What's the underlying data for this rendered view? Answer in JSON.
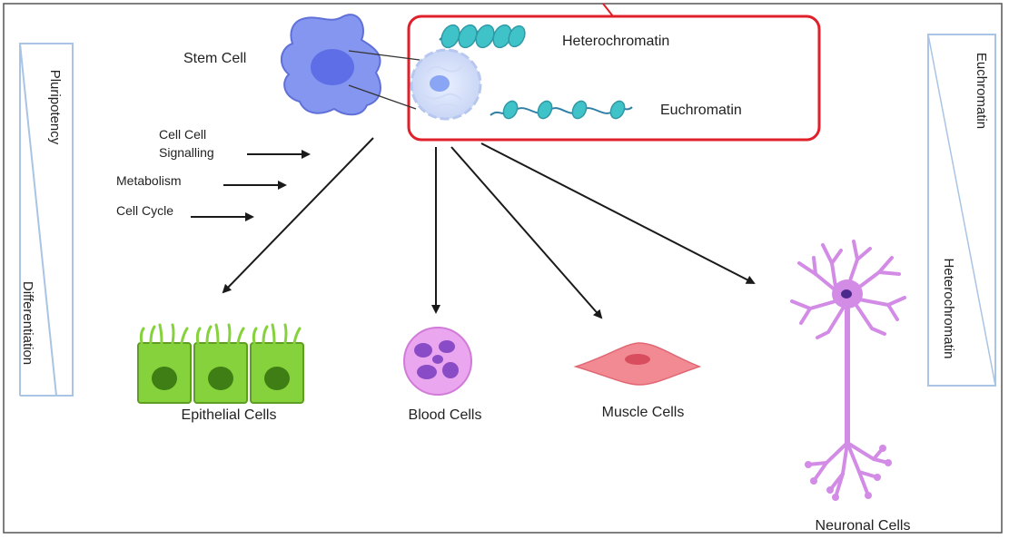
{
  "labels": {
    "stem_cell": "Stem Cell",
    "heterochromatin": "Heterochromatin",
    "euchromatin": "Euchromatin",
    "signalling_line1": "Cell Cell",
    "signalling_line2": "Signalling",
    "metabolism": "Metabolism",
    "cell_cycle": "Cell Cycle",
    "epithelial": "Epithelial Cells",
    "blood": "Blood Cells",
    "muscle": "Muscle Cells",
    "neuronal": "Neuronal Cells"
  },
  "left_scale": {
    "top": "Pluripotency",
    "bottom": "Differentiation"
  },
  "right_scale": {
    "top": "Euchromatin",
    "bottom": "Heterochromatin"
  },
  "colors": {
    "highlight_box": "#e0202a",
    "stem_cell": "#7b8cf0",
    "nucleosome": "#3fc3c9",
    "epithelial": "#86d23c",
    "blood": "#e9a4ee",
    "muscle": "#f28a94",
    "neuron": "#d38ce6",
    "scale_border": "#a9c4e4"
  }
}
